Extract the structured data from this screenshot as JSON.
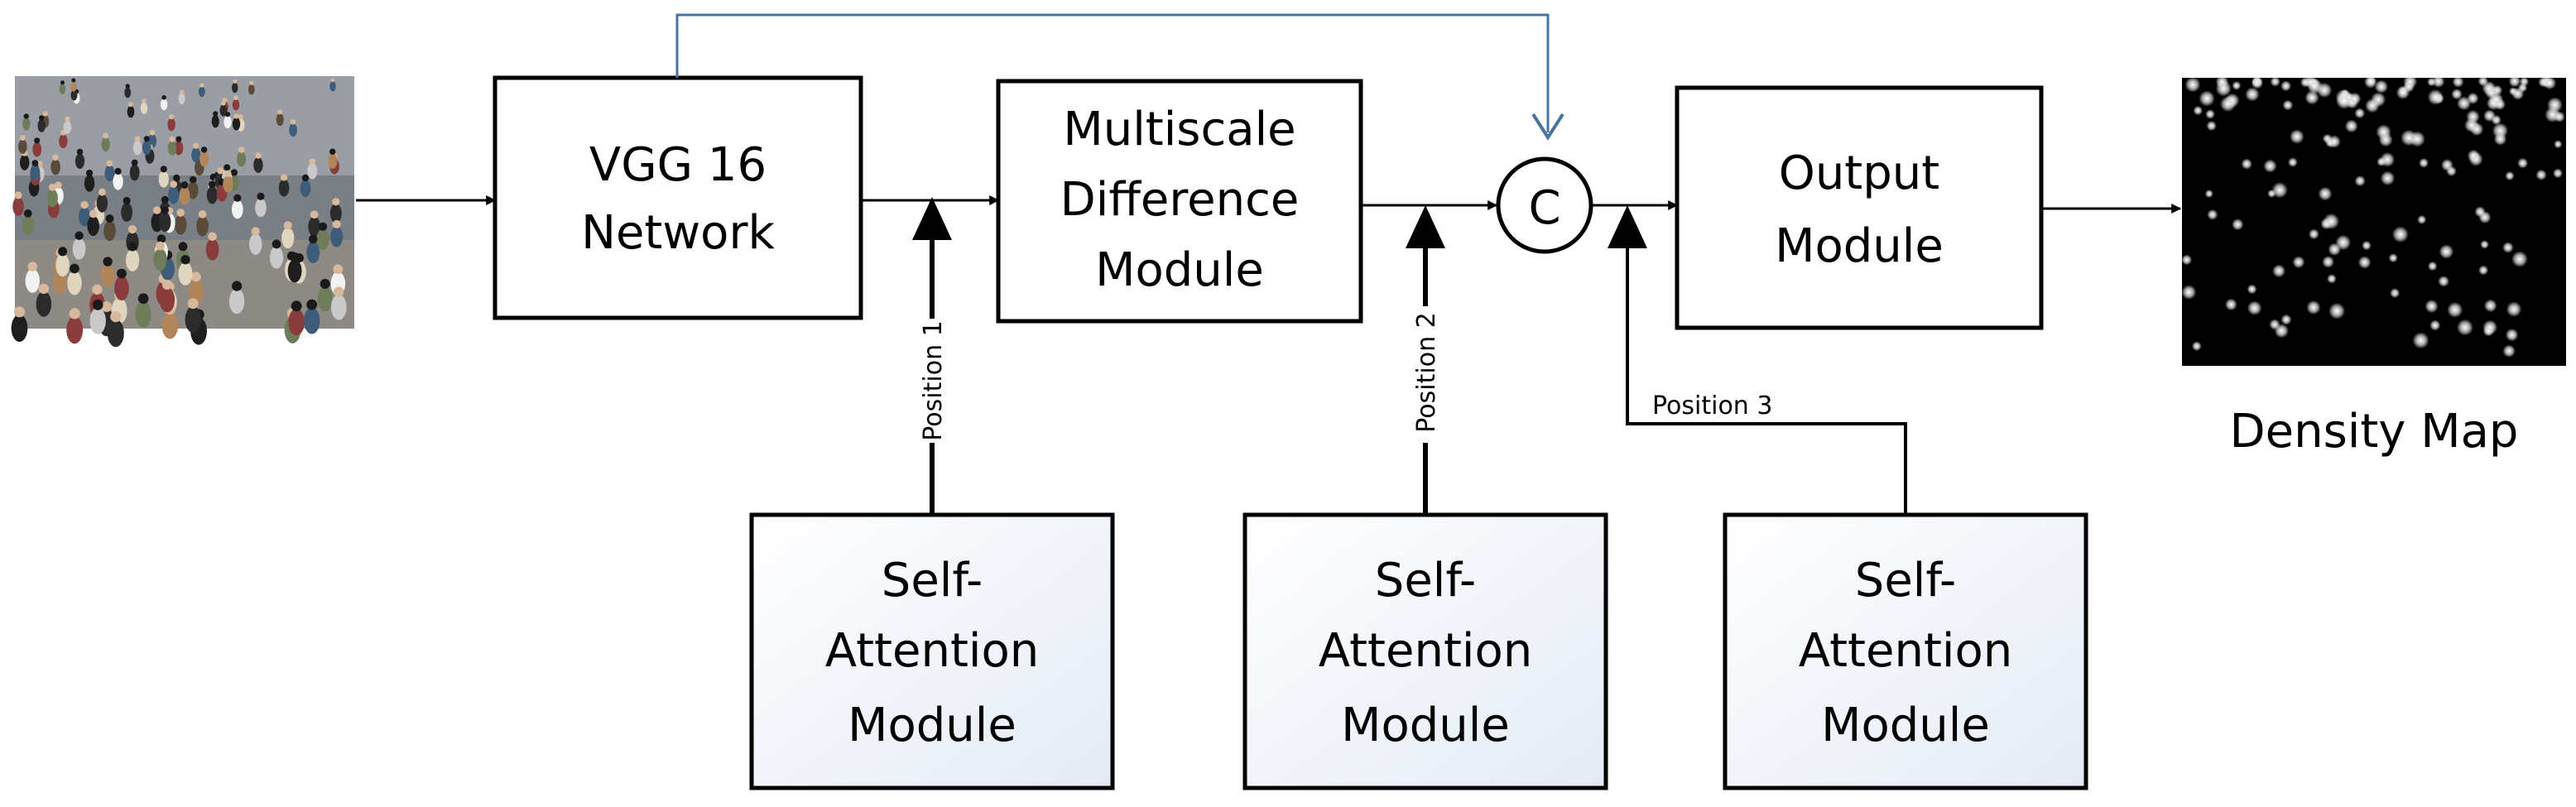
{
  "blocks": {
    "vgg": {
      "line1": "VGG 16",
      "line2": "Network"
    },
    "msd": {
      "line1": "Multiscale",
      "line2": "Difference",
      "line3": "Module"
    },
    "concat": {
      "label": "C"
    },
    "output": {
      "line1": "Output",
      "line2": "Module"
    }
  },
  "attention_modules": [
    {
      "line1": "Self-",
      "line2": "Attention",
      "line3": "Module",
      "position_label": "Position 1"
    },
    {
      "line1": "Self-",
      "line2": "Attention",
      "line3": "Module",
      "position_label": "Position 2"
    },
    {
      "line1": "Self-",
      "line2": "Attention",
      "line3": "Module",
      "position_label": "Position 3"
    }
  ],
  "output_caption": "Density Map",
  "colors": {
    "skip_connection": "#4a73a0",
    "attention_fill_start": "#ffffff",
    "attention_fill_end": "#e4eaf5"
  },
  "input_image": {
    "description_icon": "crowd-photo-icon"
  }
}
